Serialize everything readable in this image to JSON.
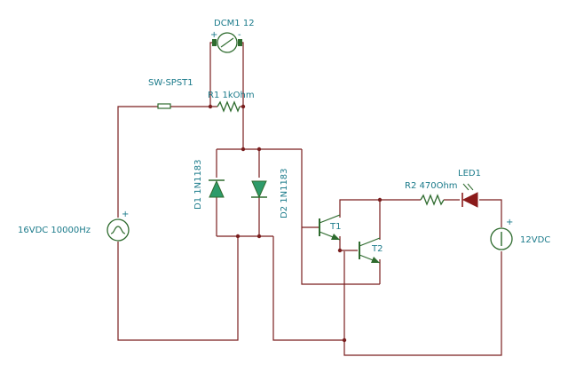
{
  "labels": {
    "motor": "DCM1 12",
    "switch": "SW-SPST1",
    "r1": "R1 1kOhm",
    "d1": "D1 1N1183",
    "d2": "D2 1N1183",
    "source_ac": "16VDC 10000Hz",
    "r2": "R2 470Ohm",
    "led": "LED1",
    "t1": "T1",
    "t2": "T2",
    "source_dc": "12VDC",
    "plus": "+",
    "minus": "-"
  },
  "colors": {
    "wire": "#7a1f1f",
    "component": "#2e6b2e",
    "diode_fill": "#2e9b6a",
    "led_fill": "#8b1a1a",
    "text": "#1a7a8a"
  }
}
